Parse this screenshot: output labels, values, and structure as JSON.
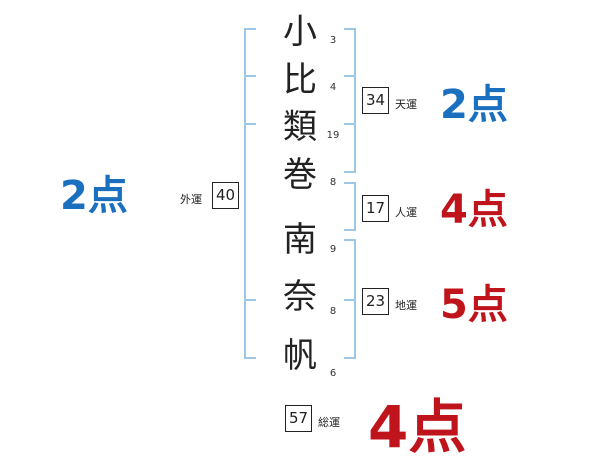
{
  "name_chars": [
    {
      "char": "小",
      "strokes": "3"
    },
    {
      "char": "比",
      "strokes": "4"
    },
    {
      "char": "類",
      "strokes": "19"
    },
    {
      "char": "巻",
      "strokes": "8"
    },
    {
      "char": "南",
      "strokes": "9"
    },
    {
      "char": "奈",
      "strokes": "8"
    },
    {
      "char": "帆",
      "strokes": "6"
    }
  ],
  "fortunes": {
    "tenun": {
      "label": "天運",
      "value": "34",
      "score": "2点"
    },
    "jinun": {
      "label": "人運",
      "value": "17",
      "score": "4点"
    },
    "chiun": {
      "label": "地運",
      "value": "23",
      "score": "5点"
    },
    "gaiun": {
      "label": "外運",
      "value": "40",
      "score": "2点"
    },
    "souun": {
      "label": "総運",
      "value": "57",
      "score": "4点"
    }
  },
  "colors": {
    "blue": "#1a6fbf",
    "red": "#c0141c",
    "bracket": "#9cc8e6"
  }
}
